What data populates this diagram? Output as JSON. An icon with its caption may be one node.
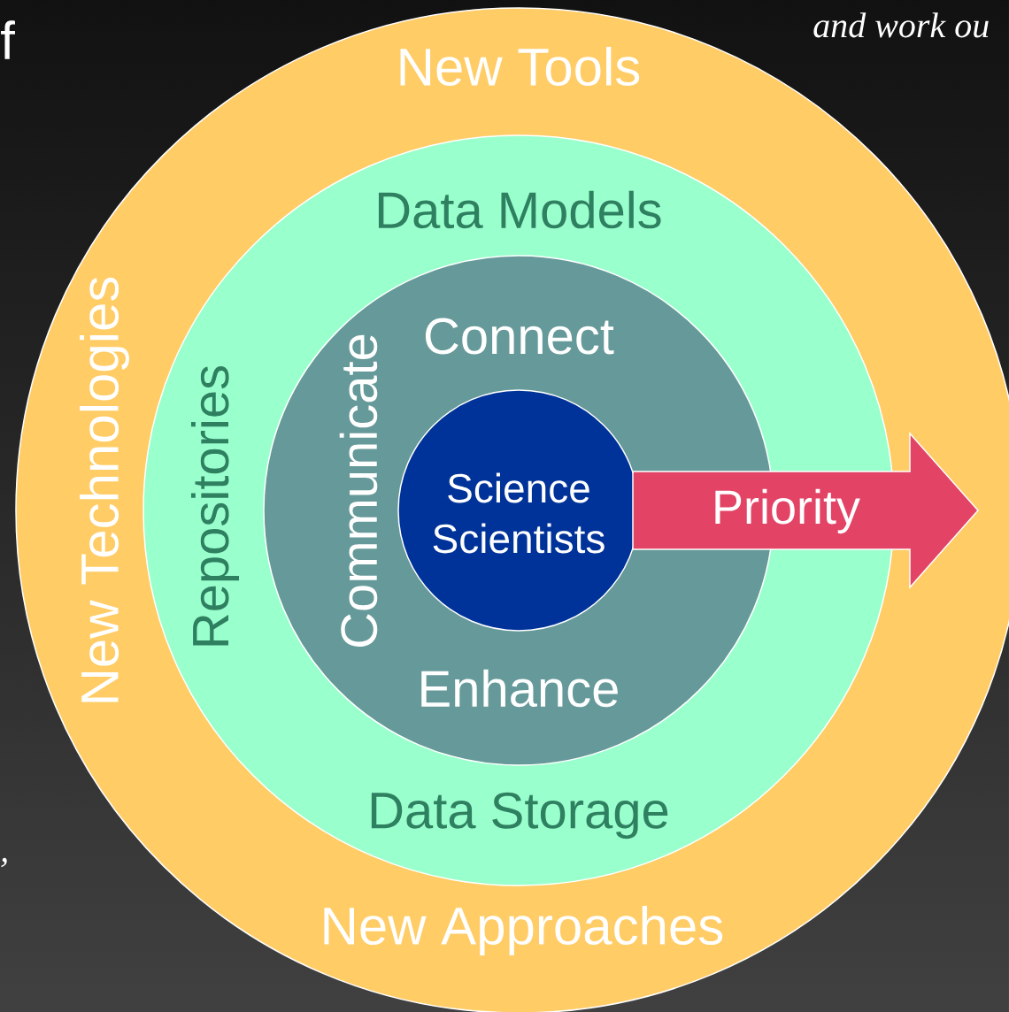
{
  "diagram": {
    "nodes": [
      {
        "text": [
          "New Tools",
          "New Technologies",
          "New Approaches"
        ]
      },
      {
        "text": [
          "Data Models",
          "Repositories",
          "Data Storage"
        ],
        "in": 0
      },
      {
        "text": [
          "Connect",
          "Communicate",
          "Enhance"
        ],
        "in": 1
      },
      {
        "text": [
          "Science Scientists"
        ],
        "in": 2
      },
      {
        "text": [
          "Priority"
        ],
        "in": 0
      }
    ],
    "labels": [
      "f",
      "and work ou",
      ","
    ]
  }
}
